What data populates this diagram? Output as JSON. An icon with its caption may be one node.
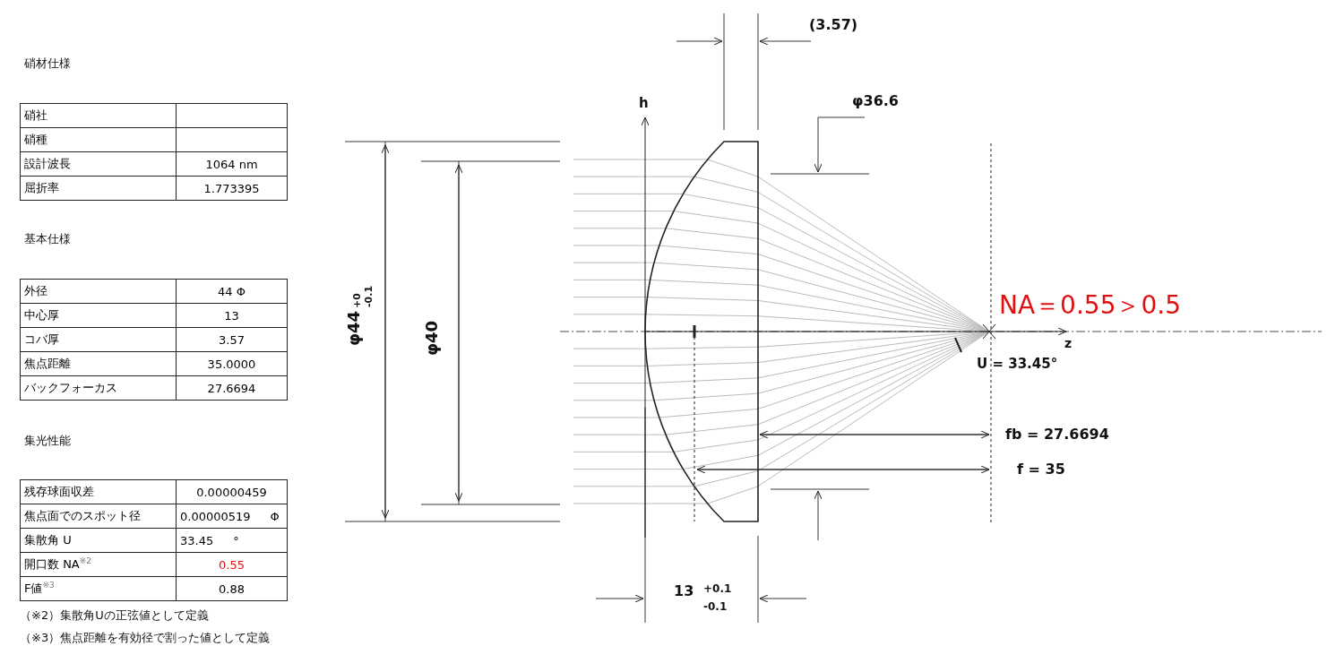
{
  "diagram": {
    "labels": [
      "硝材仕様",
      "硝社",
      "硝種",
      "設計波長",
      "1064  nm",
      "屈折率",
      "1.773395",
      "基本仕様",
      "外径",
      "44  Φ",
      "中心厚",
      "13",
      "コバ厚",
      "3.57",
      "焦点距離",
      "35.0000",
      "バックフォーカス",
      "27.6694",
      "集光性能",
      "残存球面収差",
      "0.00000459",
      "焦点面でのスポット径",
      "0.00000519",
      "Φ",
      "集散角 U",
      "33.45",
      "°",
      "開口数 NA$^{※2}$",
      "0.55",
      "F値$^{※3}$",
      "0.88",
      "（※2）集散角Uの正弦値として定義",
      "（※3）焦点距離を有効径で割った値として定義",
      "(3.57)",
      "h",
      "φ36.6",
      "φ44",
      "+0",
      "-0.1",
      "φ40",
      "NA＝0.55＞0.5",
      "z",
      "U = 33.45°",
      "fb = 27.6694",
      "f = 35",
      "13",
      "+0.1",
      "-0.1"
    ]
  }
}
